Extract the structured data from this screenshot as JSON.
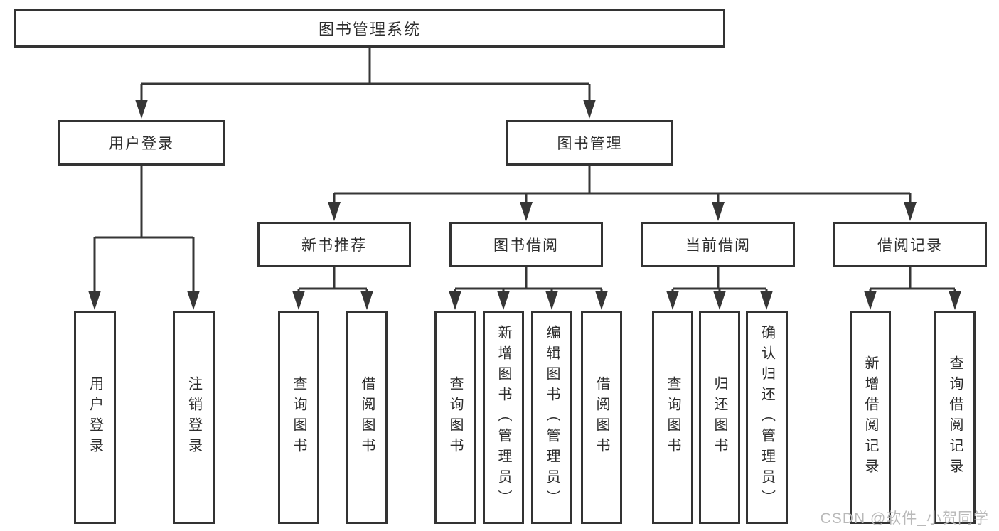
{
  "diagram_title": "图书管理系统",
  "tree": {
    "label": "图书管理系统",
    "children": [
      {
        "label": "用户登录",
        "children": [
          {
            "label": "用户登录"
          },
          {
            "label": "注销登录"
          }
        ]
      },
      {
        "label": "图书管理",
        "children": [
          {
            "label": "新书推荐",
            "children": [
              {
                "label": "查询图书"
              },
              {
                "label": "借阅图书"
              }
            ]
          },
          {
            "label": "图书借阅",
            "children": [
              {
                "label": "查询图书"
              },
              {
                "label": "新增图书（管理员）"
              },
              {
                "label": "编辑图书（管理员）"
              },
              {
                "label": "借阅图书"
              }
            ]
          },
          {
            "label": "当前借阅",
            "children": [
              {
                "label": "查询图书"
              },
              {
                "label": "归还图书"
              },
              {
                "label": "确认归还（管理员）"
              }
            ]
          },
          {
            "label": "借阅记录",
            "children": [
              {
                "label": "新增借阅记录"
              },
              {
                "label": "查询借阅记录"
              }
            ]
          }
        ]
      }
    ]
  },
  "watermark": {
    "text": "CSDN @软件_小贺同学"
  },
  "colors": {
    "line": "#363636",
    "box_border": "#333333",
    "text": "#2d2d2d",
    "watermark": "#b9b9b9",
    "background": "#ffffff"
  }
}
